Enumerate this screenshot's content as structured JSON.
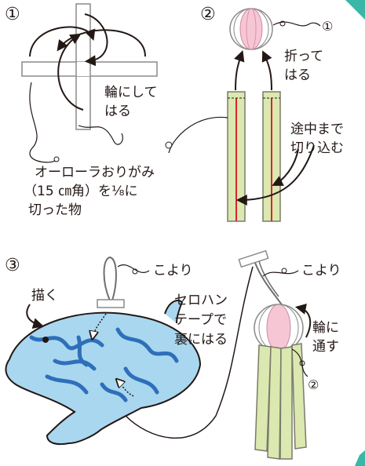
{
  "colors": {
    "accent": "#3bb7a8",
    "strip": "#dbe8b0",
    "strip_edge": "#7a7a6a",
    "red_line": "#d7262f",
    "ring_pink": "#f6c6d4",
    "fish_blue": "#a9d7ef",
    "fish_dark": "#2e6fba"
  },
  "step1": {
    "number": "①",
    "label_loop": "輪にして",
    "label_stick": "はる",
    "caption_line1": "オーローラおりがみ",
    "caption_line2": "（15 ㎝角）を⅛に",
    "caption_line3": "切った物"
  },
  "step2": {
    "number": "②",
    "ref": "①",
    "label_fold": "折って",
    "label_fold2": "はる",
    "label_cut": "途中まで",
    "label_cut2": "切り込む"
  },
  "step3": {
    "number": "③",
    "label_koyori_left": "こより",
    "label_koyori_right": "こより",
    "label_draw": "描く",
    "label_tape1": "セロハン",
    "label_tape2": "テープで",
    "label_tape3": "裏にはる",
    "label_ring": "輪に",
    "label_ring2": "通す",
    "ref": "②"
  },
  "icons": {
    "arrow": "curved-arrow-icon",
    "fish": "dolphin-fish-icon",
    "ring": "paper-ring-icon",
    "koyori": "paper-string-icon"
  }
}
